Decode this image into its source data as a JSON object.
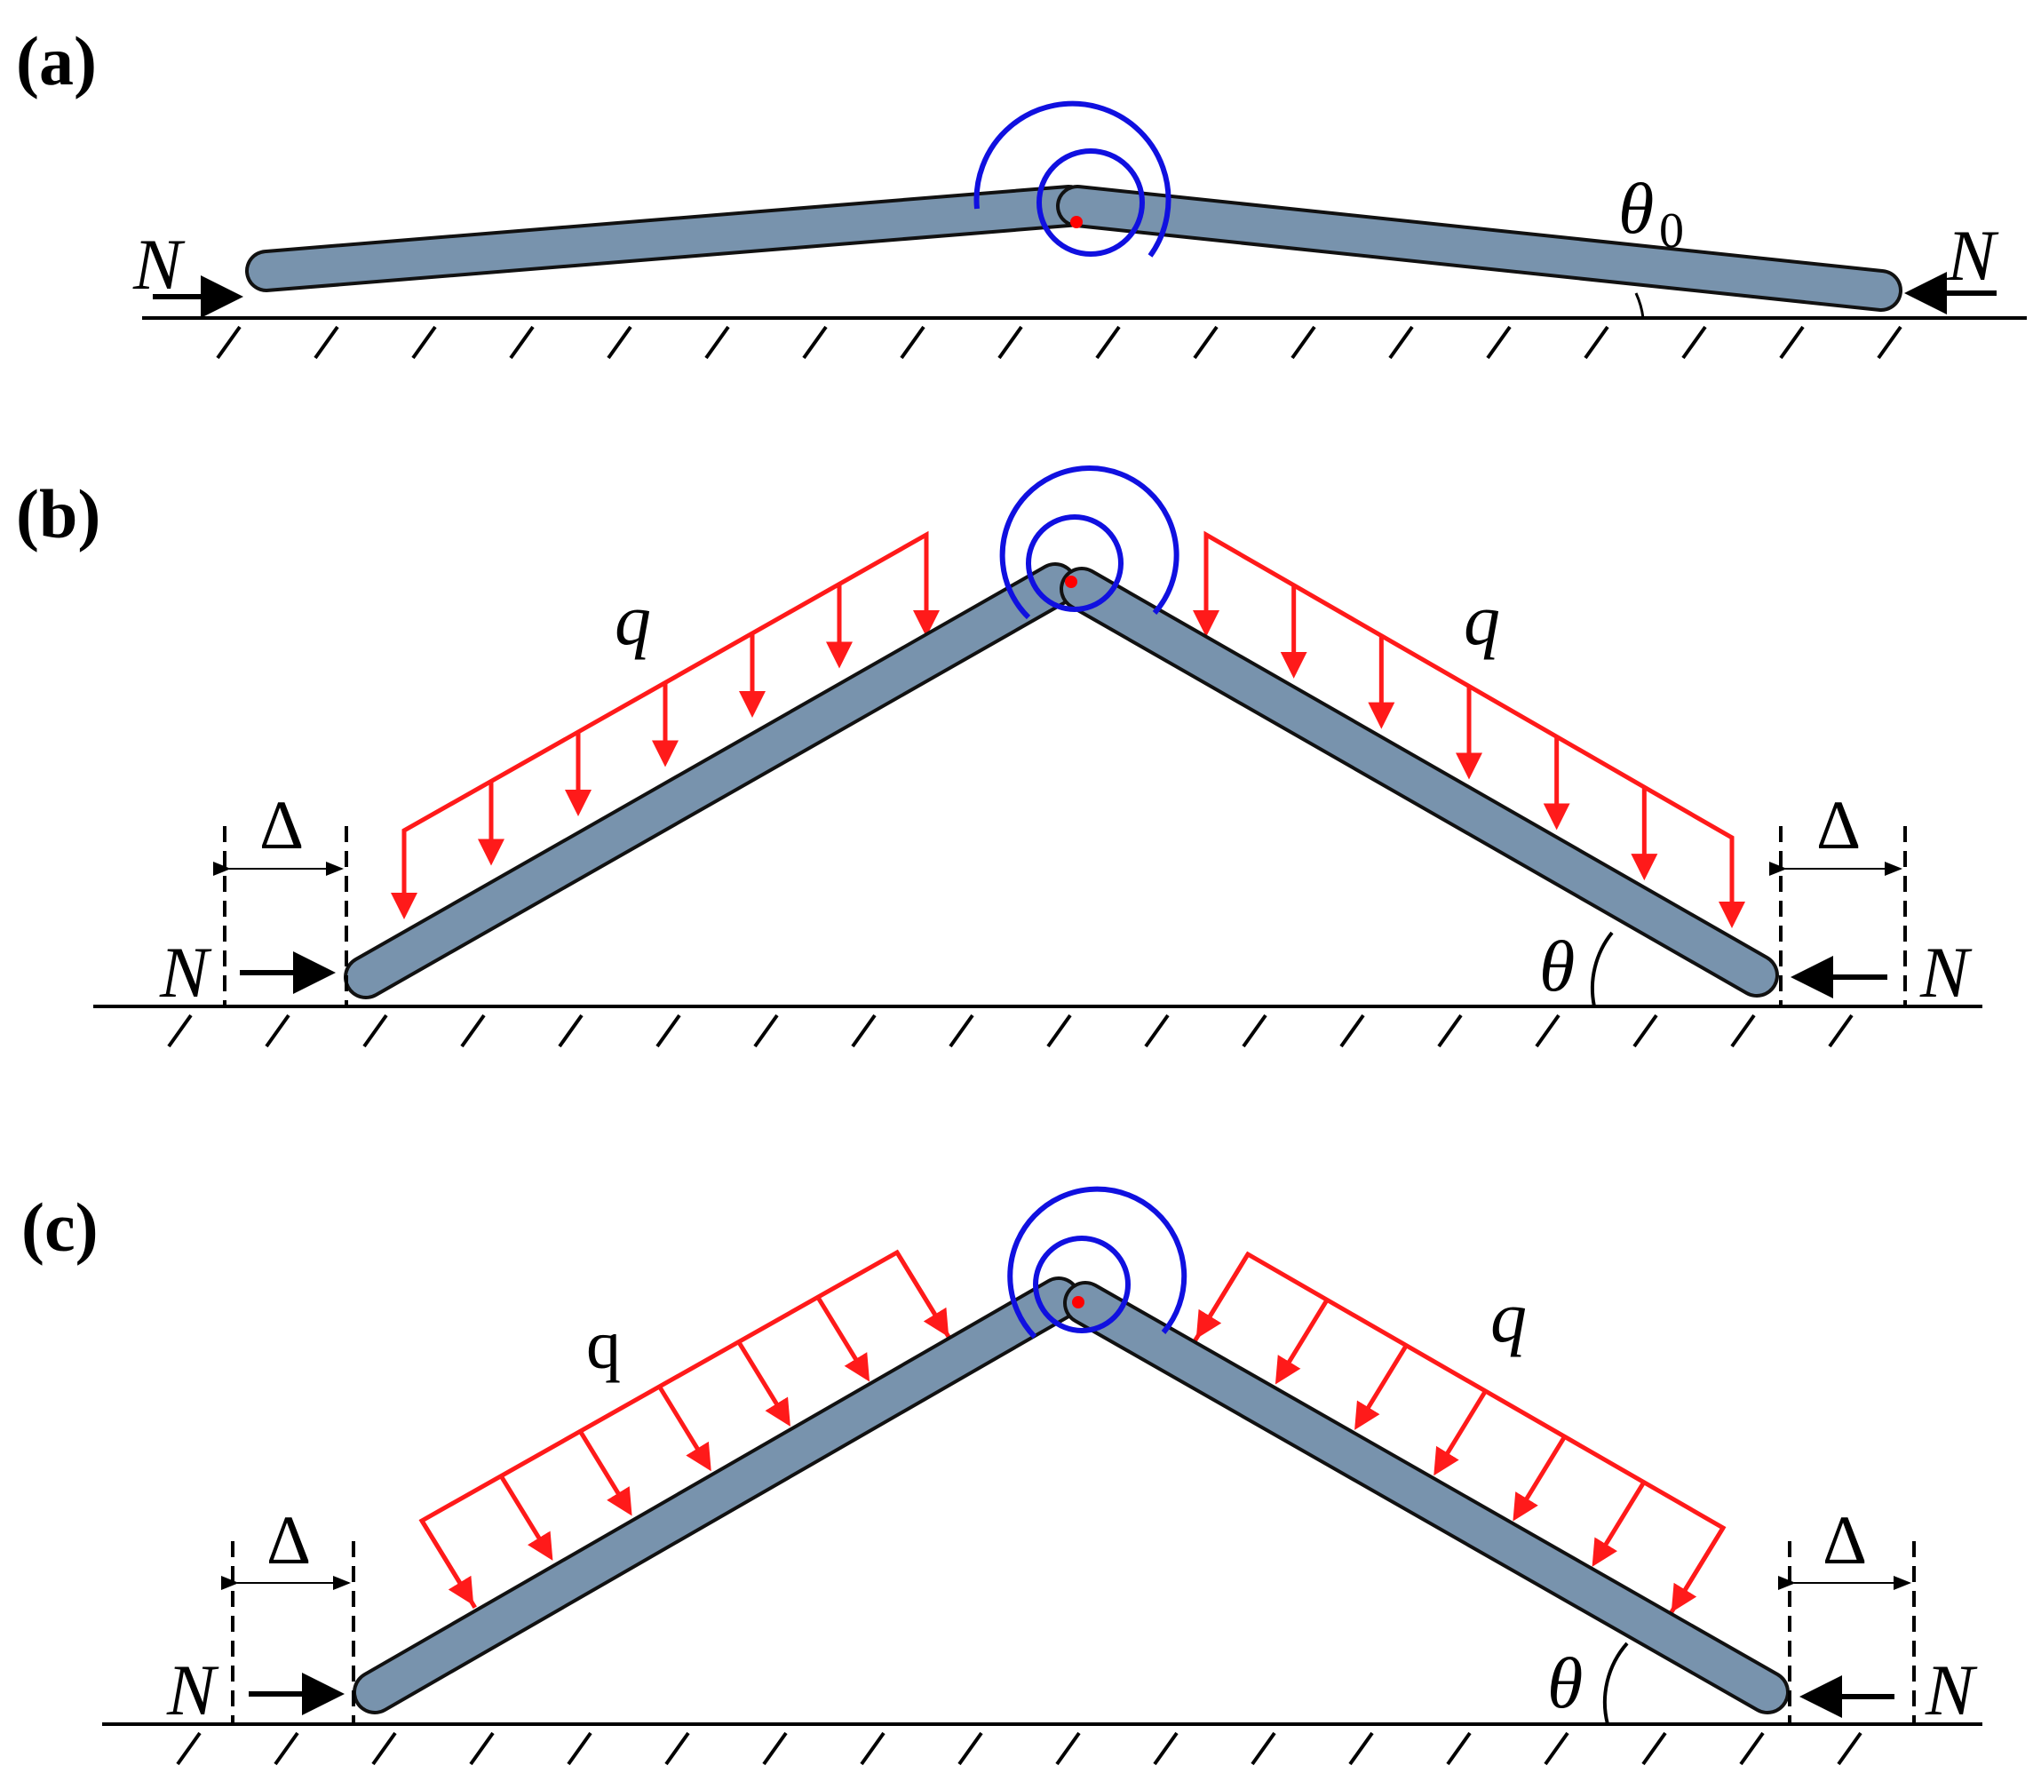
{
  "panels": [
    {
      "label": "(a)",
      "force_left": "N",
      "force_right": "N",
      "angle_label": "θ",
      "angle_subscript": "0"
    },
    {
      "label": "(b)",
      "force_left": "N",
      "force_right": "N",
      "angle_label": "θ",
      "load_left": "q",
      "load_right": "q",
      "disp_left": "Δ",
      "disp_right": "Δ"
    },
    {
      "label": "(c)",
      "force_left": "N",
      "force_right": "N",
      "angle_label": "θ",
      "load_left": "q",
      "load_right": "q",
      "disp_left": "Δ",
      "disp_right": "Δ"
    }
  ],
  "colors": {
    "bar_fill": "#7893ad",
    "bar_outline": "#111111",
    "spring": "#1010e0",
    "load": "#ff1a1a",
    "hinge_dot": "#ff0000",
    "ink": "#000000"
  }
}
